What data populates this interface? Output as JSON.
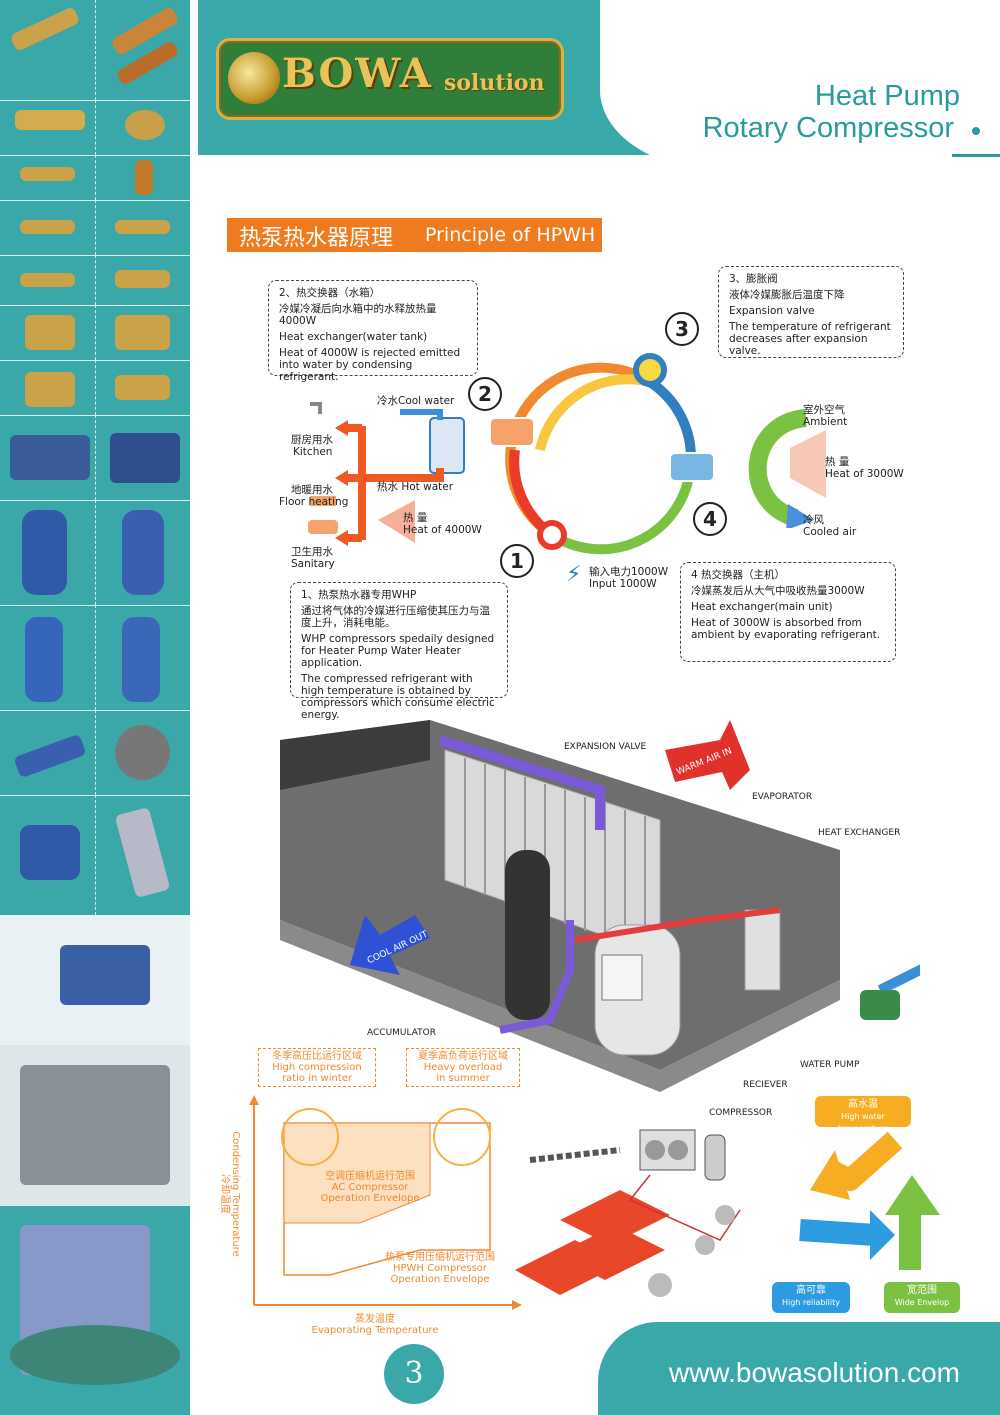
{
  "header": {
    "logo_main": "BOWA",
    "logo_sub": "solution",
    "title_line1": "Heat Pump",
    "title_line2": "Rotary Compressor"
  },
  "banner": {
    "cn": "热泵热水器原理",
    "en": "Principle of HPWH"
  },
  "cycle": {
    "numbers": [
      "1",
      "2",
      "3",
      "4"
    ],
    "box2": {
      "cn_title": "2、热交换器（水箱）",
      "cn_desc": "冷媒冷凝后向水箱中的水释放热量4000W",
      "en_title": "Heat exchanger(water tank)",
      "en_desc": "Heat of 4000W is rejected emitted into water by condensing refrigerant."
    },
    "box3": {
      "cn_title": "3、膨胀阀",
      "cn_desc": "液体冷媒膨胀后温度下降",
      "en_title": "Expansion valve",
      "en_desc": "The temperature of refrigerant decreases after expansion valve."
    },
    "box1": {
      "cn_title": "1、热泵热水器专用WHP",
      "cn_desc": "通过将气体的冷媒进行压缩使其压力与温度上升，消耗电能。",
      "en_p1": "WHP compressors spedaily designed for Heater Pump Water Heater application.",
      "en_p2": "The compressed refrigerant with high temperature is obtained by compressors which consume electric energy."
    },
    "box4": {
      "cn_title": "4 热交换器（主机）",
      "cn_desc": "冷媒蒸发后从大气中吸收热量3000W",
      "en_title": "Heat exchanger(main unit)",
      "en_desc": "Heat of 3000W is absorbed from ambient by evaporating refrigerant."
    },
    "cool_water": "冷水Cool water",
    "hot_water": "热水 Hot water",
    "kitchen_cn": "厨房用水",
    "kitchen_en": "Kitchen",
    "floor_cn": "地暖用水",
    "floor_en": "Floor heating",
    "sanitary_cn": "卫生用水",
    "sanitary_en": "Sanitary",
    "heat_left_cn": "热 量",
    "heat_left_en": "Heat of 4000W",
    "ambient_cn": "室外空气",
    "ambient_en": "Ambient",
    "heat_right_cn": "热 量",
    "heat_right_en": "Heat of 3000W",
    "cooled_cn": "冷风",
    "cooled_en": "Cooled air",
    "input_cn": "输入电力1000W",
    "input_en": "Input 1000W"
  },
  "unit_diagram": {
    "expansion_valve": "EXPANSION VALVE",
    "warm_air": "WARM AIR IN",
    "evaporator": "EVAPORATOR",
    "heat_exchanger": "HEAT EXCHANGER",
    "cool_air": "COOL AIR OUT",
    "accumulator": "ACCUMULATOR",
    "water_pump": "WATER PUMP",
    "receiver": "RECIEVER",
    "compressor": "COMPRESSOR"
  },
  "envelope": {
    "winter_cn": "冬季高压比运行区域",
    "winter_en1": "High compression",
    "winter_en2": "ratio in winter",
    "summer_cn": "夏季高负荷运行区域",
    "summer_en1": "Heavy overload",
    "summer_en2": "in summer",
    "ac_cn": "空调压缩机运行范围",
    "ac_en1": "AC Compressor",
    "ac_en2": "Operation Envelope",
    "hpwh_cn": "热泵专用压缩机运行范围",
    "hpwh_en1": "HPWH Compressor",
    "hpwh_en2": "Operation Envelope",
    "y_cn": "冷却温度",
    "y_en": "Condensing Temperature",
    "x_cn": "蒸发温度",
    "x_en": "Evaporating Temperature"
  },
  "badges": {
    "high_temp_cn": "高水温",
    "high_temp_en": "High water temperature",
    "reliable_cn": "高可靠",
    "reliable_en": "High reliability",
    "wide_cn": "宽范围",
    "wide_en": "Wide Envelop"
  },
  "footer": {
    "page": "3",
    "url": "www.bowasolution.com"
  },
  "colors": {
    "teal": "#39a8a8",
    "orange": "#f07a1e",
    "logo_green": "#2f7e3a",
    "gold": "#d7b14a"
  }
}
